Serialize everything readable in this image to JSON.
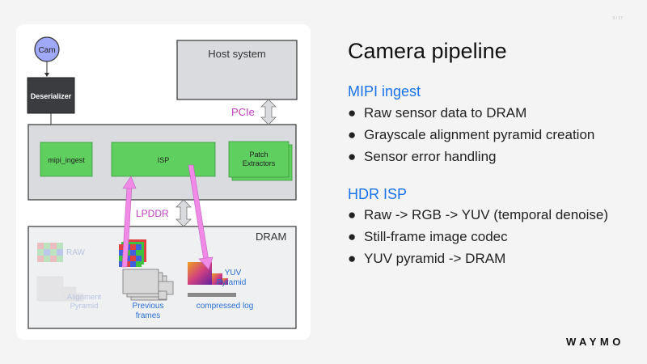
{
  "slide_number": "5 / 17",
  "diagram": {
    "cam": "Cam",
    "deserializer": "Deserializer",
    "host_system": "Host system",
    "pcie": "PCIe",
    "mipi_ingest": "mipi_ingest",
    "isp": "ISP",
    "patch_extractors_line1": "Patch",
    "patch_extractors_line2": "Extractors",
    "lpddr": "LPDDR",
    "dram": "DRAM",
    "raw": "RAW",
    "alignment_pyramid_line1": "Alignment",
    "alignment_pyramid_line2": "Pyramid",
    "previous_frames_line1": "Previous",
    "previous_frames_line2": "frames",
    "yuv_pyramid_line1": "YUV",
    "yuv_pyramid_line2": "Pyramid",
    "compressed_log": "compressed log",
    "colors": {
      "green_block": "#5fcf5f",
      "gray_block": "#d9dbdf",
      "pink_arrow": "#f08ae6",
      "label_purple": "#c040c0",
      "label_blue": "#2a6fd0",
      "cam_fill": "#a0a8f8"
    }
  },
  "title": "Camera pipeline",
  "sections": [
    {
      "heading": "MIPI ingest",
      "bullets": [
        "Raw sensor data to DRAM",
        "Grayscale alignment pyramid creation",
        "Sensor error handling"
      ]
    },
    {
      "heading": "HDR ISP",
      "bullets": [
        "Raw -> RGB -> YUV (temporal denoise)",
        "Still-frame image codec",
        "YUV pyramid -> DRAM"
      ]
    }
  ],
  "bullet_glyph": "●",
  "logo": "WAYMO"
}
